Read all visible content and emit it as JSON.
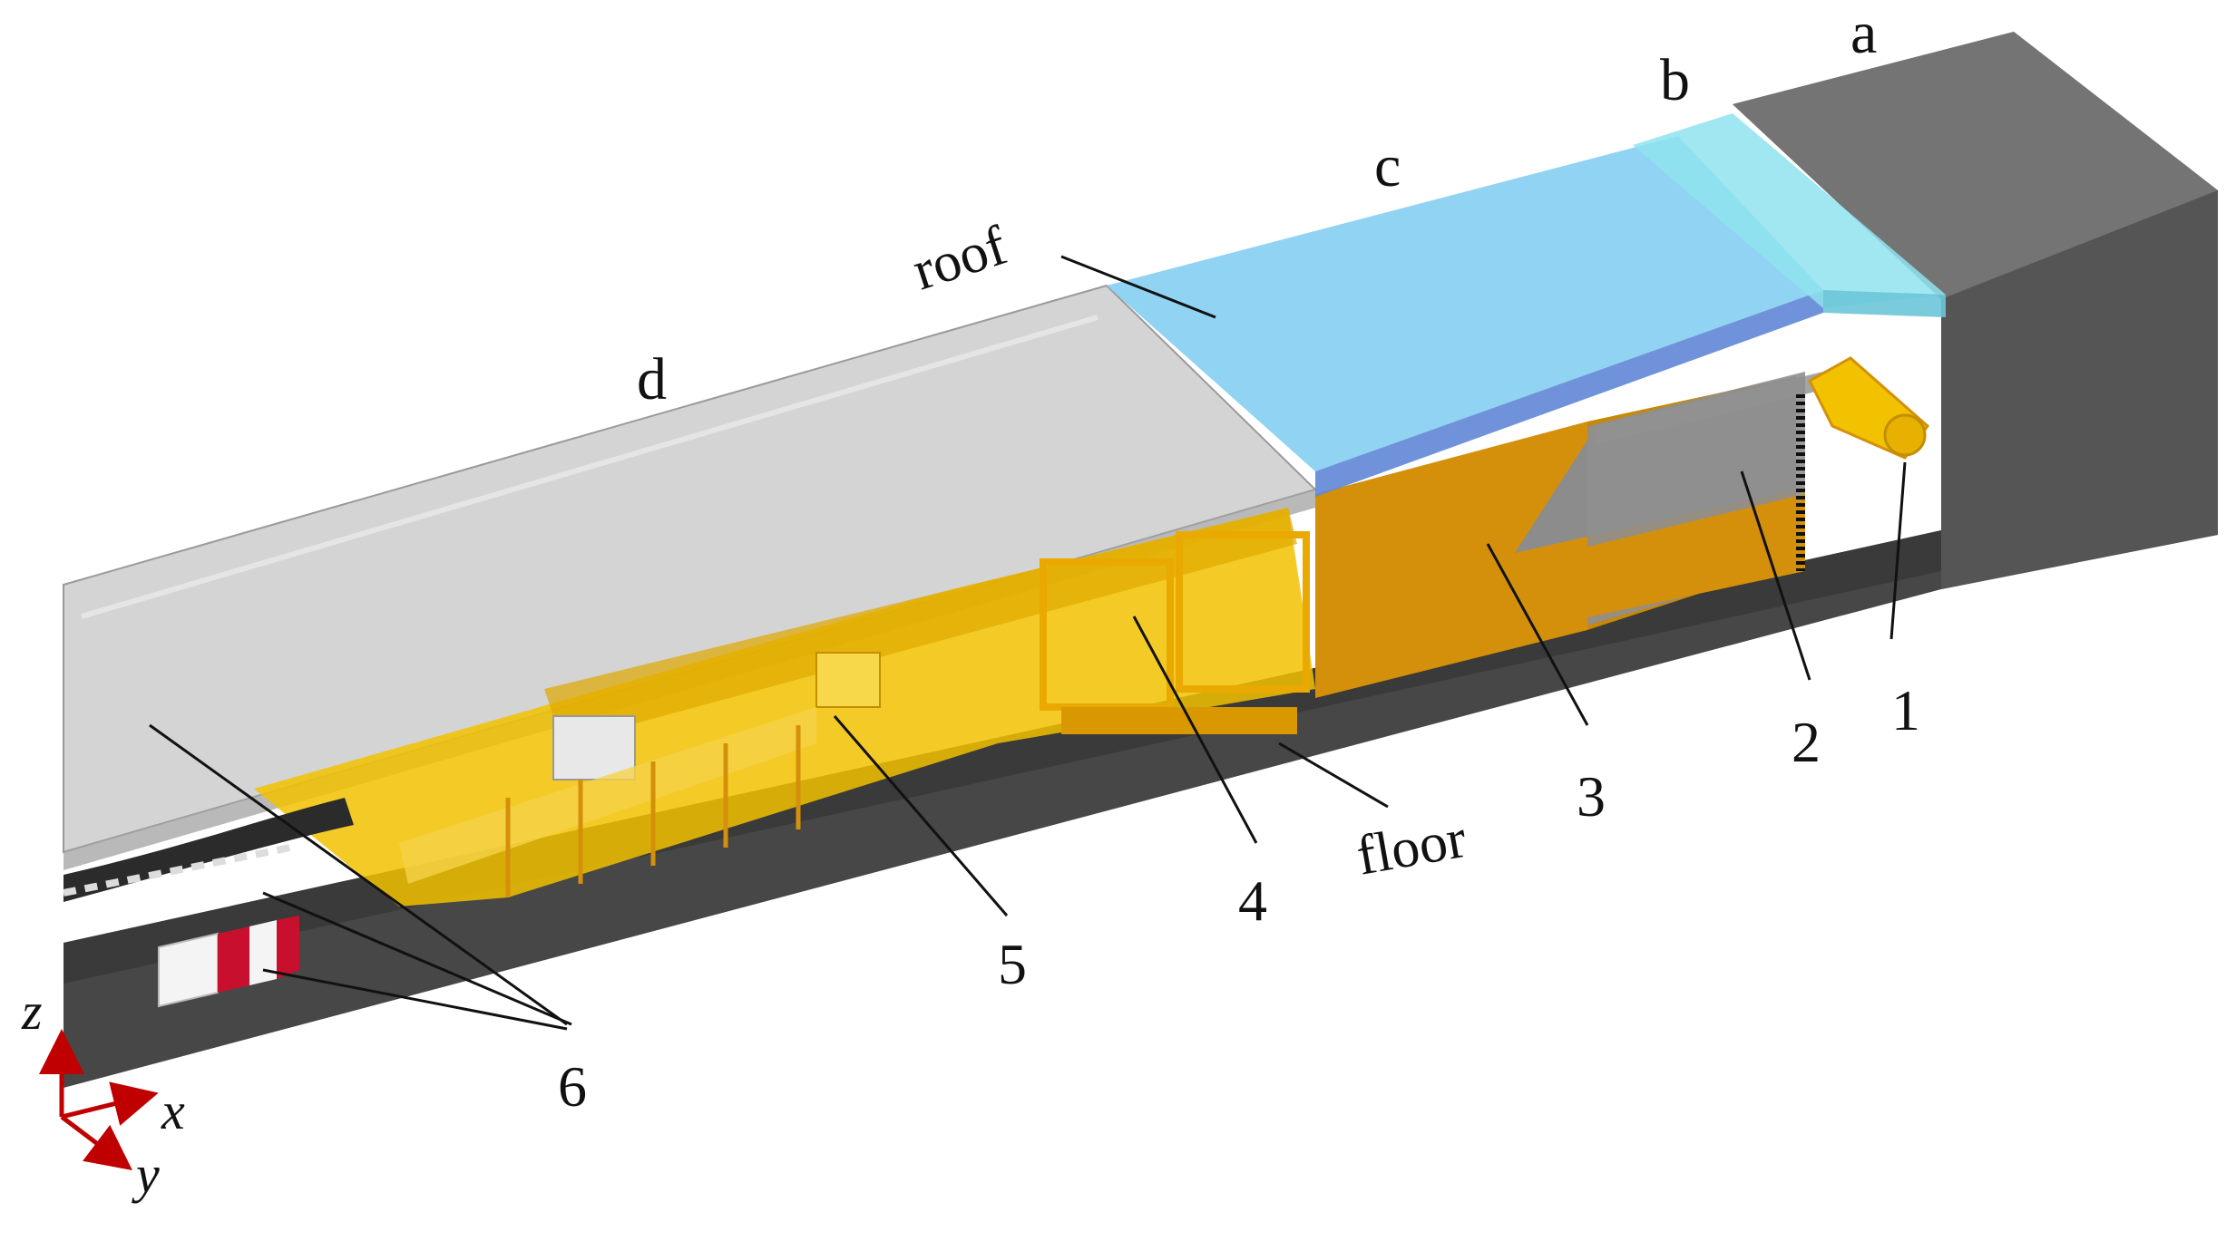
{
  "figure": {
    "section_labels": {
      "a": "a",
      "b": "b",
      "c": "c",
      "d": "d"
    },
    "surface_labels": {
      "roof": "roof",
      "floor": "floor"
    },
    "component_labels": {
      "c1": "1",
      "c2": "2",
      "c3": "3",
      "c4": "4",
      "c5": "5",
      "c6": "6"
    },
    "axes": {
      "x": "x",
      "y": "y",
      "z": "z"
    }
  },
  "colors": {
    "tunnel_dark": "#5b5b5b",
    "tunnel_side": "#4a4a4a",
    "tunnel_top": "#6e6e6e",
    "floor": "#404040",
    "roof_transparent": "#c8c8c8",
    "roof_section_c": "#7ecbf0",
    "roof_section_b": "#8fe3ee",
    "roof_edge_blue": "#5f86d6",
    "machine_orange": "#d4900a",
    "machine_yellow": "#f2c200",
    "block_red": "#c8102e",
    "axis_red": "#c00000"
  }
}
